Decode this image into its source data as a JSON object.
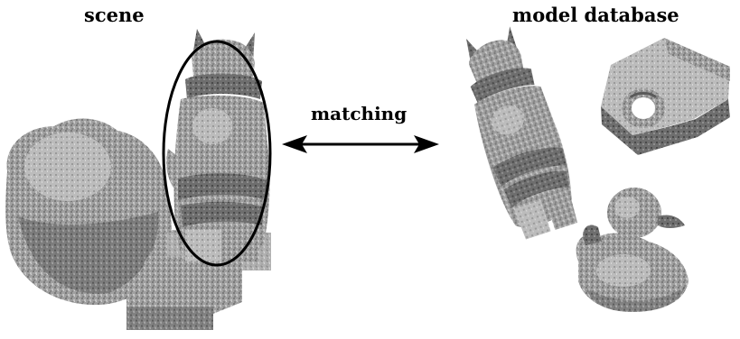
{
  "labels": {
    "scene": "scene",
    "model_database": "model database",
    "matching": "matching"
  },
  "colors": {
    "object_fill": "#9a9a9a",
    "object_dark": "#5a5a5a",
    "object_light": "#c8c8c8",
    "outline": "#000000",
    "background": "#ffffff"
  },
  "objects": {
    "scene": [
      "duck",
      "gnome figure",
      "box"
    ],
    "model_database": [
      "gnome figure",
      "tape dispenser",
      "duck"
    ]
  }
}
